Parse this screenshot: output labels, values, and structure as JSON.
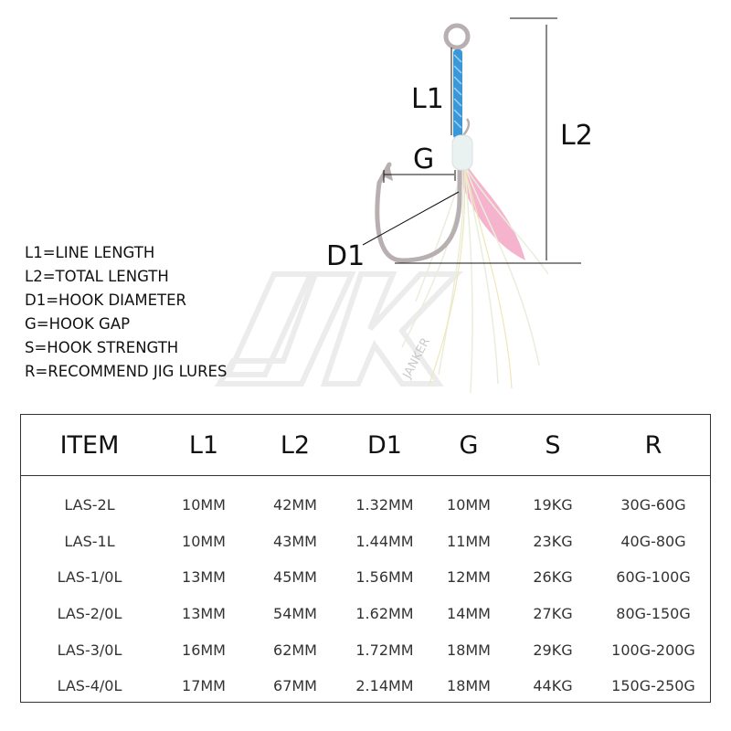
{
  "dimensions": {
    "l1": "L1",
    "l2": "L2",
    "g": "G",
    "d1": "D1"
  },
  "legend": [
    "L1=LINE LENGTH",
    "L2=TOTAL LENGTH",
    "D1=HOOK DIAMETER",
    "G=HOOK GAP",
    "S=HOOK STRENGTH",
    "R=RECOMMEND JIG LURES"
  ],
  "watermark": "JANKER",
  "colors": {
    "line_blue": "#3a98d8",
    "feather_pink": "#f4a6c4",
    "hook_silver": "#b8b0b0"
  },
  "table": {
    "headers": [
      "ITEM",
      "L1",
      "L2",
      "D1",
      "G",
      "S",
      "R"
    ],
    "rows": [
      [
        "LAS-2L",
        "10MM",
        "42MM",
        "1.32MM",
        "10MM",
        "19KG",
        "30G-60G"
      ],
      [
        "LAS-1L",
        "10MM",
        "43MM",
        "1.44MM",
        "11MM",
        "23KG",
        "40G-80G"
      ],
      [
        "LAS-1/0L",
        "13MM",
        "45MM",
        "1.56MM",
        "12MM",
        "26KG",
        "60G-100G"
      ],
      [
        "LAS-2/0L",
        "13MM",
        "54MM",
        "1.62MM",
        "14MM",
        "27KG",
        "80G-150G"
      ],
      [
        "LAS-3/0L",
        "16MM",
        "62MM",
        "1.72MM",
        "18MM",
        "29KG",
        "100G-200G"
      ],
      [
        "LAS-4/0L",
        "17MM",
        "67MM",
        "2.14MM",
        "18MM",
        "44KG",
        "150G-250G"
      ]
    ]
  }
}
